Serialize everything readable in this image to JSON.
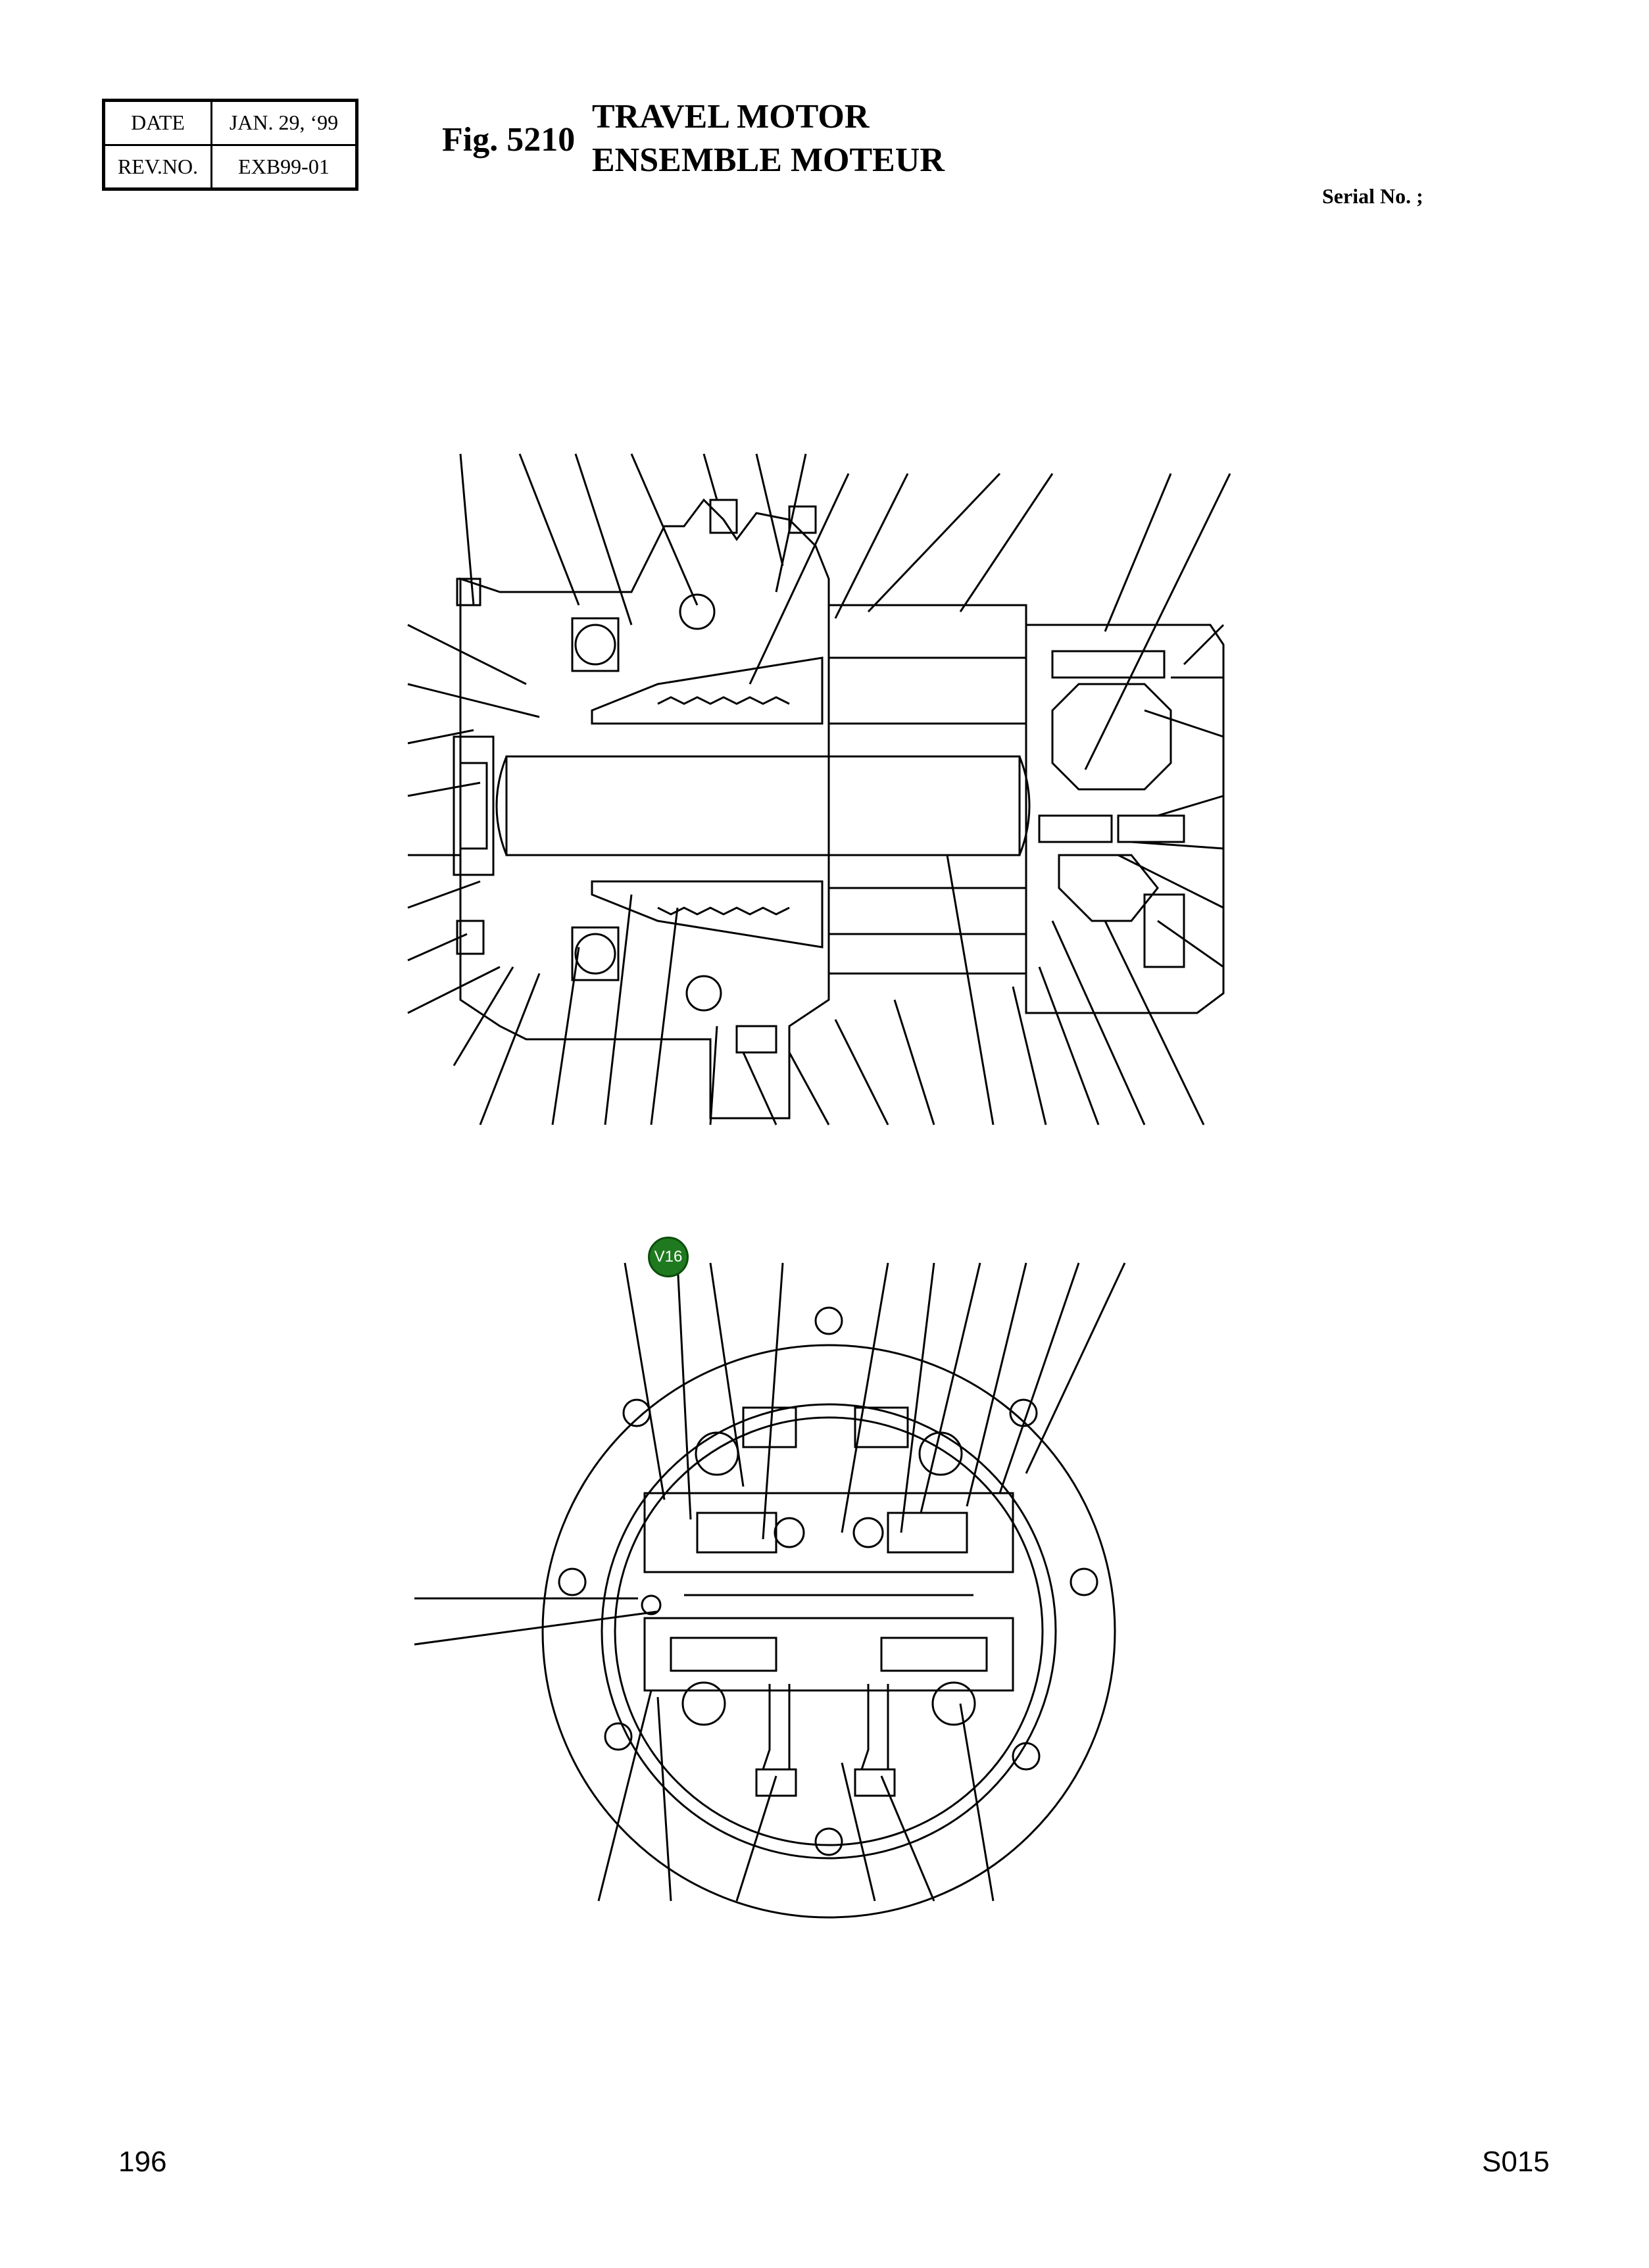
{
  "header": {
    "date_label": "DATE",
    "date_value": "JAN. 29, ‘99",
    "rev_label": "REV.NO.",
    "rev_value": "EXB99-01",
    "fig_number": "Fig. 5210",
    "title_en": "TRAVEL MOTOR",
    "title_fr": "ENSEMBLE MOTEUR",
    "serial": "Serial No. ;"
  },
  "drawings": {
    "top_name": "travel-motor-cross-section",
    "bottom_name": "travel-motor-end-view",
    "marker_label": "V16",
    "marker_color": "#1f7a1f"
  },
  "footer": {
    "page_number": "196",
    "doc_code": "S015"
  }
}
